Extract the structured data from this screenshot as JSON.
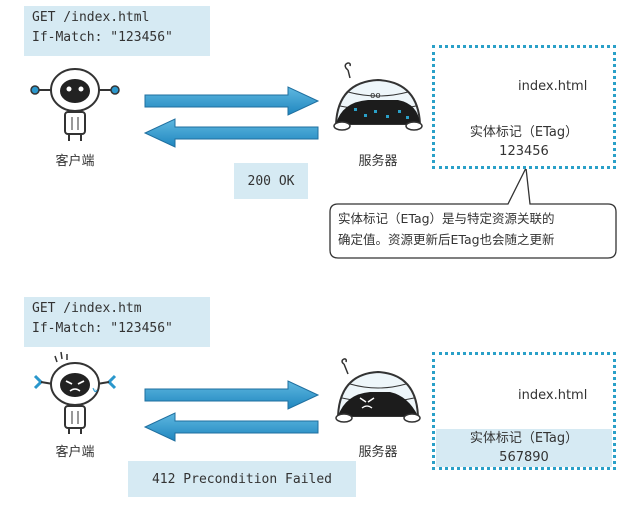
{
  "scenario1": {
    "request_lines": [
      "GET /index.html",
      "If-Match: \"123456\""
    ],
    "client_label": "客户端",
    "server_label": "服务器",
    "response": "200 OK",
    "file_name": "index.html",
    "etag_label": "实体标记（ETag）",
    "etag_value": "123456",
    "note_lines": [
      "实体标记（ETag）是与特定资源关联的",
      "确定值。资源更新后ETag也会随之更新"
    ]
  },
  "scenario2": {
    "request_lines": [
      "GET /index.htm",
      "If-Match: \"123456\""
    ],
    "client_label": "客户端",
    "server_label": "服务器",
    "response": "412 Precondition Failed",
    "file_name": "index.html",
    "etag_label": "实体标记（ETag）",
    "etag_value": "567890"
  },
  "colors": {
    "arrow": "#2a97cc",
    "dotted_border": "#2aa0c8",
    "label_bg": "#d6eaf3"
  }
}
